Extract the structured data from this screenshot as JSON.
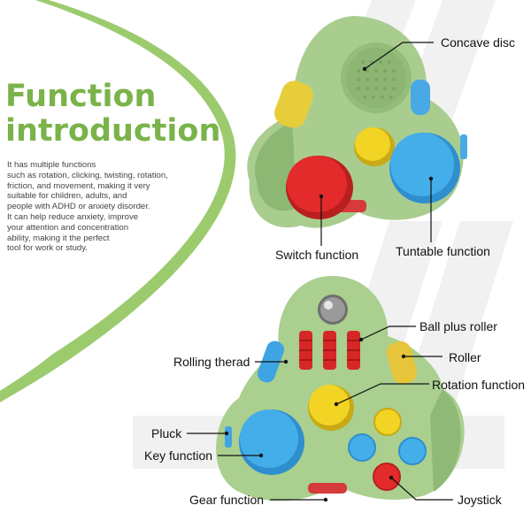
{
  "heading": {
    "line1": "Function",
    "line2": "introduction"
  },
  "description": [
    "It has multiple functions",
    "such as rotation, clicking, twisting, rotation,",
    "friction, and movement, making it very",
    "suitable for children, adults, and",
    "people with ADHD or anxiety disorder.",
    "It can help reduce anxiety, improve",
    "your attention and concentration",
    "ability, making it the perfect",
    "tool for work or study."
  ],
  "labels_top": {
    "concave_disc": "Concave disc",
    "switch_function": "Switch function",
    "turntable_function": "Tuntable function"
  },
  "labels_bottom": {
    "ball_plus_roller": "Ball plus roller",
    "rolling_thread": "Rolling therad",
    "roller": "Roller",
    "rotation_function": "Rotation function",
    "pluck": "Pluck",
    "key_function": "Key function",
    "gear_function": "Gear function",
    "joystick": "Joystick"
  },
  "colors": {
    "brand_green": "#7ab34a",
    "body_green": "#a3c98a",
    "red": "#e02a2a",
    "yellow": "#f2d224",
    "blue": "#3aa7e6"
  }
}
